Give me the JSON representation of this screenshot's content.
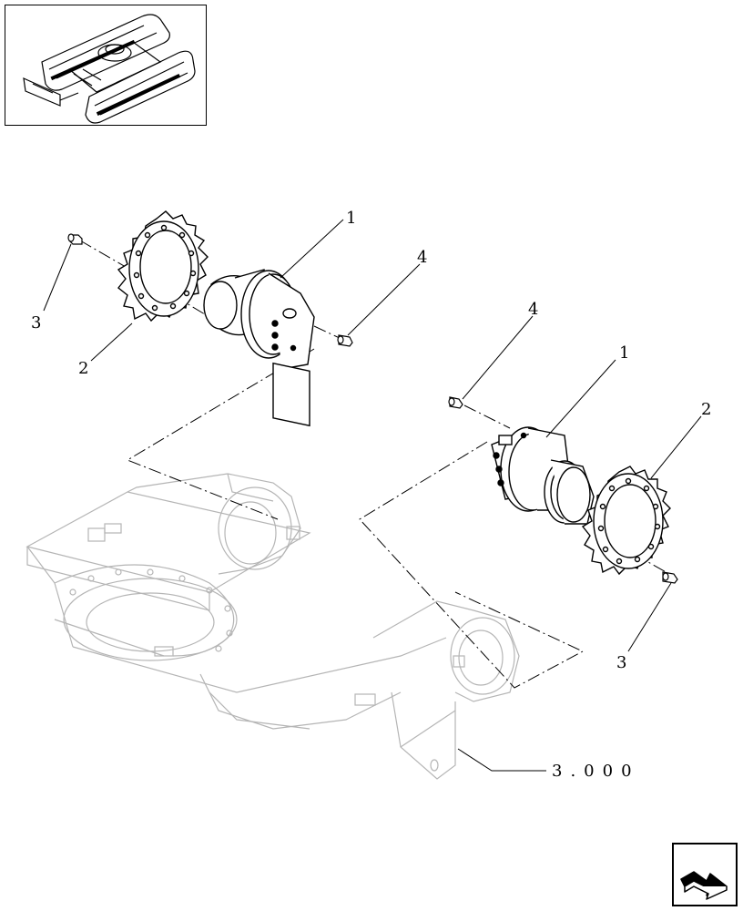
{
  "callouts": {
    "left": {
      "c1": "1",
      "c2": "2",
      "c3": "3",
      "c4": "4"
    },
    "right": {
      "c1": "1",
      "c2": "2",
      "c3": "3",
      "c4": "4"
    }
  },
  "frame_reference": "3.000",
  "colors": {
    "line": "#000000",
    "frame": "#b5b5b5",
    "background": "#ffffff"
  },
  "icons": {
    "navigation": "next-page-arrow-icon",
    "thumbnail": "excavator-undercarriage-thumbnail"
  }
}
